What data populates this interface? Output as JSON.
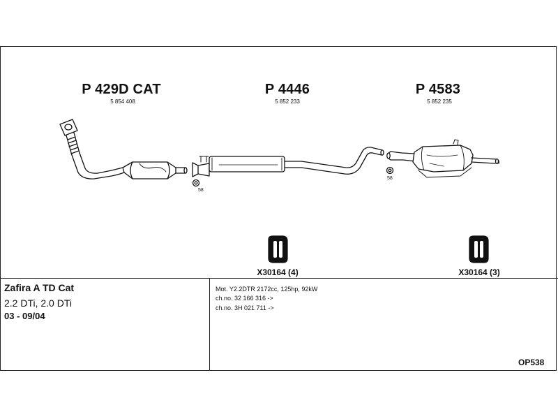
{
  "parts": [
    {
      "title": "P 429D CAT",
      "number": "5 854 408"
    },
    {
      "title": "P 4446",
      "number": "5 852 233"
    },
    {
      "title": "P 4583",
      "number": "5 852 235"
    }
  ],
  "hanger_sizes": [
    "58",
    "58"
  ],
  "clamps": [
    {
      "label": "X30164 (4)"
    },
    {
      "label": "X30164 (3)"
    }
  ],
  "vehicle": {
    "model": "Zafira A TD Cat",
    "engines": "2.2 DTi, 2.0 DTi",
    "years": "03 - 09/04"
  },
  "specs": {
    "motor": "Mot. Y2.2DTR 2172cc, 125hp, 92kW",
    "chassis_1": "ch.no. 32 166 316 ->",
    "chassis_2": "ch.no. 3H 021 711 ->"
  },
  "diagram_code": "OP538"
}
